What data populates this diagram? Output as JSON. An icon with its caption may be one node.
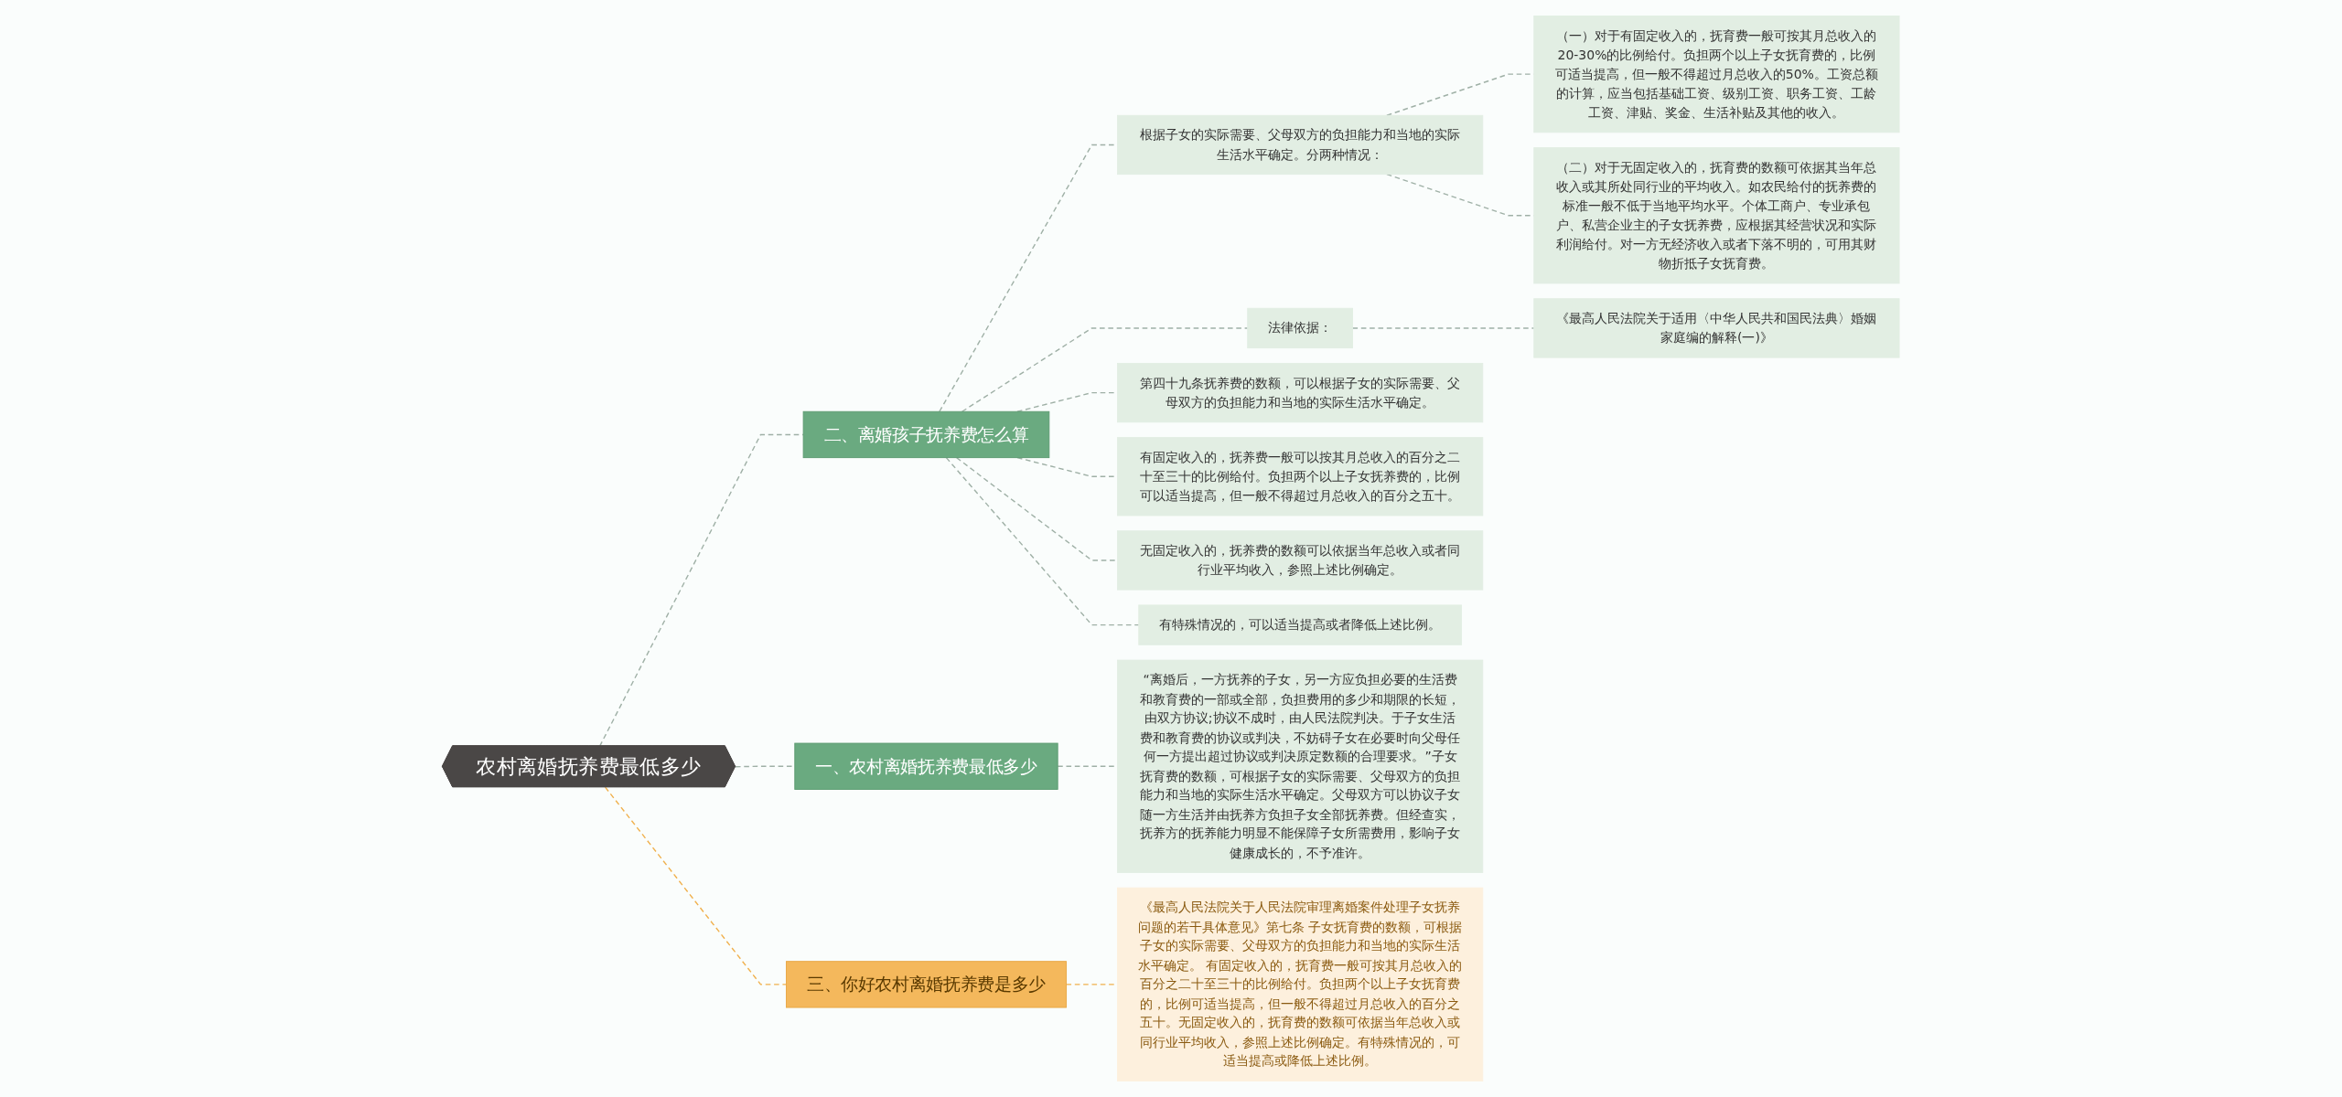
{
  "diagram": {
    "nodes": [
      {
        "text": [
          "农村离婚抚养费最低多少"
        ]
      },
      {
        "text": [
          "二、离婚孩子抚养费怎么算"
        ]
      },
      {
        "text": [
          "根据子女的实际需要、父母双方的负担能力和当地的实际生活水平确定。分两种情况："
        ]
      },
      {
        "text": [
          "（一）对于有固定收入的，抚育费一般可按其月总收入的20-30%的比例给付。负担两个以上子女抚育费的，比例可适当提高，但一般不得超过月总收入的50%。工资总额的计算，应当包括基础工资、级别工资、职务工资、工龄工资、津贴、奖金、生活补贴及其他的收入。"
        ]
      },
      {
        "text": [
          "（二）对于无固定收入的，抚育费的数额可依据其当年总收入或其所处同行业的平均收入。如农民给付的抚养费的标准一般不低于当地平均水平。个体工商户、专业承包户、私营企业主的子女抚养费，应根据其经营状况和实际利润给付。对一方无经济收入或者下落不明的，可用其财物折抵子女抚育费。"
        ]
      },
      {
        "text": [
          "法律依据："
        ]
      },
      {
        "text": [
          "《最高人民法院关于适用〈中华人民共和国民法典〉婚姻家庭编的解释(一)》"
        ]
      },
      {
        "text": [
          "第四十九条抚养费的数额，可以根据子女的实际需要、父母双方的负担能力和当地的实际生活水平确定。"
        ]
      },
      {
        "text": [
          "有固定收入的，抚养费一般可以按其月总收入的百分之二十至三十的比例给付。负担两个以上子女抚养费的，比例可以适当提高，但一般不得超过月总收入的百分之五十。"
        ]
      },
      {
        "text": [
          "无固定收入的，抚养费的数额可以依据当年总收入或者同行业平均收入，参照上述比例确定。"
        ]
      },
      {
        "text": [
          "有特殊情况的，可以适当提高或者降低上述比例。"
        ]
      },
      {
        "text": [
          "一、农村离婚抚养费最低多少"
        ]
      },
      {
        "text": [
          "“离婚后，一方抚养的子女，另一方应负担必要的生活费和教育费的一部或全部，负担费用的多少和期限的长短，由双方协议;协议不成时，由人民法院判决。于子女生活费和教育费的协议或判决，不妨碍子女在必要时向父母任何一方提出超过协议或判决原定数额的合理要求。”子女抚育费的数额，可根据子女的实际需要、父母双方的负担能力和当地的实际生活水平确定。父母双方可以协议子女随一方生活并由抚养方负担子女全部抚养费。但经查实，抚养方的抚养能力明显不能保障子女所需费用，影响子女健康成长的，不予准许。"
        ]
      },
      {
        "text": [
          "三、你好农村离婚抚养费是多少"
        ]
      },
      {
        "text": [
          "《最高人民法院关于人民法院审理离婚案件处理子女抚养问题的若干具体意见》第七条 子女抚育费的数额，可根据子女的实际需要、父母双方的负担能力和当地的实际生活水平确定。 有固定收入的，抚育费一般可按其月总收入的百分之二十至三十的比例给付。负担两个以上子女抚育费的，比例可适当提高，但一般不得超过月总收入的百分之五十。无固定收入的，抚育费的数额可依据当年总收入或同行业平均收入，参照上述比例确定。有特殊情况的，可适当提高或降低上述比例。"
        ]
      }
    ],
    "edges": [
      {
        "from": 0,
        "to": 1,
        "arrow": "none",
        "style": "dashed"
      },
      {
        "from": 1,
        "to": 2,
        "arrow": "none",
        "style": "dashed"
      },
      {
        "from": 2,
        "to": 3,
        "arrow": "none",
        "style": "dashed"
      },
      {
        "from": 2,
        "to": 4,
        "arrow": "none",
        "style": "dashed"
      },
      {
        "from": 1,
        "to": 5,
        "arrow": "none",
        "style": "dashed"
      },
      {
        "from": 5,
        "to": 6,
        "arrow": "none",
        "style": "dashed"
      },
      {
        "from": 1,
        "to": 7,
        "arrow": "none",
        "style": "dashed"
      },
      {
        "from": 1,
        "to": 8,
        "arrow": "none",
        "style": "dashed"
      },
      {
        "from": 1,
        "to": 9,
        "arrow": "none",
        "style": "dashed"
      },
      {
        "from": 1,
        "to": 10,
        "arrow": "none",
        "style": "dashed"
      },
      {
        "from": 0,
        "to": 11,
        "arrow": "none",
        "style": "dashed"
      },
      {
        "from": 11,
        "to": 12,
        "arrow": "none",
        "style": "dashed"
      },
      {
        "from": 0,
        "to": 13,
        "arrow": "none",
        "style": "dashed",
        "color": "#f0b04c"
      },
      {
        "from": 13,
        "to": 14,
        "arrow": "none",
        "style": "dashed",
        "color": "#f0b04c"
      }
    ]
  }
}
